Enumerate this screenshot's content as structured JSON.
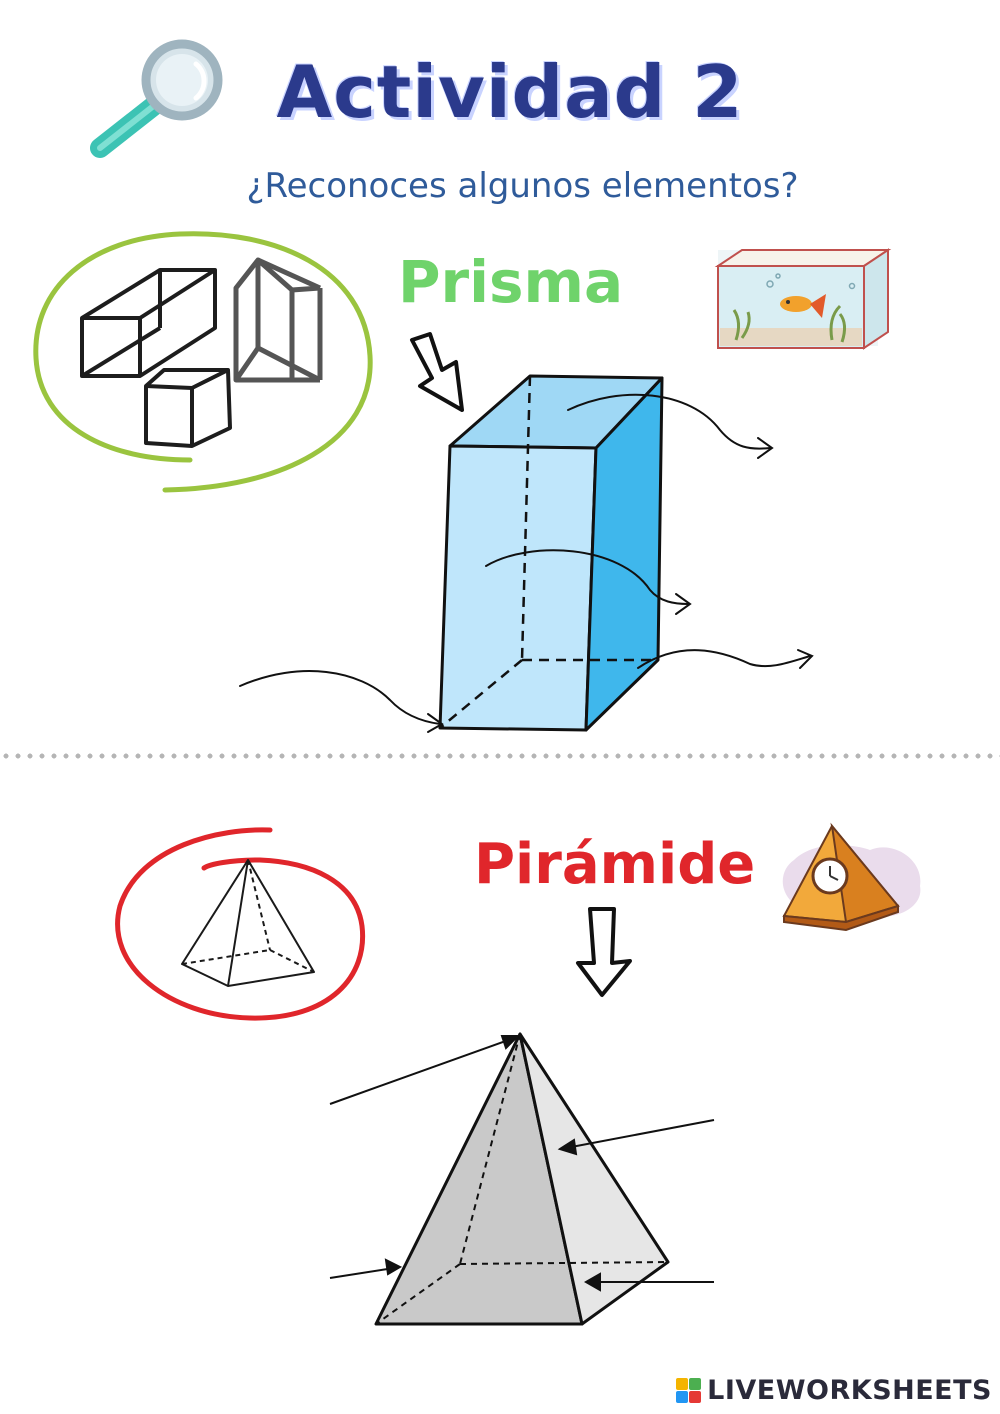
{
  "header": {
    "title": "Actividad 2",
    "subtitle": "¿Reconoces algunos elementos?"
  },
  "prisma": {
    "label": "Prisma"
  },
  "piramide": {
    "label": "Pirámide"
  },
  "footer": {
    "brand": "LIVEWORKSHEETS"
  },
  "icons": {
    "magnifier": "magnifier-icon",
    "aquarium": "aquarium-illustration",
    "pyramid_clock": "pyramid-clock-illustration"
  },
  "colors": {
    "title": "#2b3a8c",
    "subtitle": "#2f5b9a",
    "prisma_label": "#6fd36b",
    "piramide_label": "#e0262b",
    "prism_fill": "#bfe6fb",
    "prism_side": "#3fb7ec",
    "pyramid_fill": "#c8c8c8",
    "green_ring": "#9ac43f",
    "red_ring": "#e0262b"
  }
}
